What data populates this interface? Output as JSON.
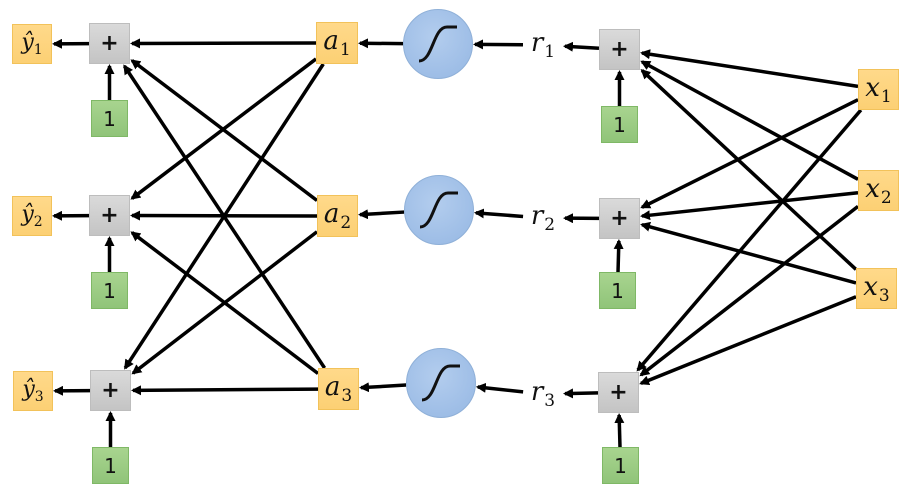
{
  "title": "Neural network diagram: inputs x feed sum nodes r, sigmoid activations a, then output sums y-hat",
  "colors": {
    "io_node": "#fcd074",
    "sum_node": "#cccccc",
    "bias_node": "#98c980",
    "sigmoid_node": "#a3c2ea",
    "edge": "#000000"
  },
  "outputs": [
    {
      "id": "y1",
      "base": "ŷ",
      "sub": "1"
    },
    {
      "id": "y2",
      "base": "ŷ",
      "sub": "2"
    },
    {
      "id": "y3",
      "base": "ŷ",
      "sub": "3"
    }
  ],
  "output_sums": [
    {
      "id": "s_out1",
      "symbol": "+"
    },
    {
      "id": "s_out2",
      "symbol": "+"
    },
    {
      "id": "s_out3",
      "symbol": "+"
    }
  ],
  "output_biases": [
    {
      "id": "b_out1",
      "value": "1"
    },
    {
      "id": "b_out2",
      "value": "1"
    },
    {
      "id": "b_out3",
      "value": "1"
    }
  ],
  "activations": [
    {
      "id": "a1",
      "base": "a",
      "sub": "1"
    },
    {
      "id": "a2",
      "base": "a",
      "sub": "2"
    },
    {
      "id": "a3",
      "base": "a",
      "sub": "3"
    }
  ],
  "sigmoids": [
    {
      "id": "sig1",
      "icon": "sigmoid-curve-icon"
    },
    {
      "id": "sig2",
      "icon": "sigmoid-curve-icon"
    },
    {
      "id": "sig3",
      "icon": "sigmoid-curve-icon"
    }
  ],
  "preactivations": [
    {
      "id": "r1",
      "base": "r",
      "sub": "1"
    },
    {
      "id": "r2",
      "base": "r",
      "sub": "2"
    },
    {
      "id": "r3",
      "base": "r",
      "sub": "3"
    }
  ],
  "hidden_sums": [
    {
      "id": "s_hid1",
      "symbol": "+"
    },
    {
      "id": "s_hid2",
      "symbol": "+"
    },
    {
      "id": "s_hid3",
      "symbol": "+"
    }
  ],
  "hidden_biases": [
    {
      "id": "b_hid1",
      "value": "1"
    },
    {
      "id": "b_hid2",
      "value": "1"
    },
    {
      "id": "b_hid3",
      "value": "1"
    }
  ],
  "inputs": [
    {
      "id": "x1",
      "base": "x",
      "sub": "1"
    },
    {
      "id": "x2",
      "base": "x",
      "sub": "2"
    },
    {
      "id": "x3",
      "base": "x",
      "sub": "3"
    }
  ],
  "edges": [
    [
      "s_out1",
      "y1"
    ],
    [
      "s_out2",
      "y2"
    ],
    [
      "s_out3",
      "y3"
    ],
    [
      "b_out1",
      "s_out1"
    ],
    [
      "b_out2",
      "s_out2"
    ],
    [
      "b_out3",
      "s_out3"
    ],
    [
      "a1",
      "s_out1"
    ],
    [
      "a1",
      "s_out2"
    ],
    [
      "a1",
      "s_out3"
    ],
    [
      "a2",
      "s_out1"
    ],
    [
      "a2",
      "s_out2"
    ],
    [
      "a2",
      "s_out3"
    ],
    [
      "a3",
      "s_out1"
    ],
    [
      "a3",
      "s_out2"
    ],
    [
      "a3",
      "s_out3"
    ],
    [
      "sig1",
      "a1"
    ],
    [
      "sig2",
      "a2"
    ],
    [
      "sig3",
      "a3"
    ],
    [
      "r1",
      "sig1"
    ],
    [
      "r2",
      "sig2"
    ],
    [
      "r3",
      "sig3"
    ],
    [
      "s_hid1",
      "r1"
    ],
    [
      "s_hid2",
      "r2"
    ],
    [
      "s_hid3",
      "r3"
    ],
    [
      "b_hid1",
      "s_hid1"
    ],
    [
      "b_hid2",
      "s_hid2"
    ],
    [
      "b_hid3",
      "s_hid3"
    ],
    [
      "x1",
      "s_hid1"
    ],
    [
      "x1",
      "s_hid2"
    ],
    [
      "x1",
      "s_hid3"
    ],
    [
      "x2",
      "s_hid1"
    ],
    [
      "x2",
      "s_hid2"
    ],
    [
      "x2",
      "s_hid3"
    ],
    [
      "x3",
      "s_hid1"
    ],
    [
      "x3",
      "s_hid2"
    ],
    [
      "x3",
      "s_hid3"
    ]
  ]
}
